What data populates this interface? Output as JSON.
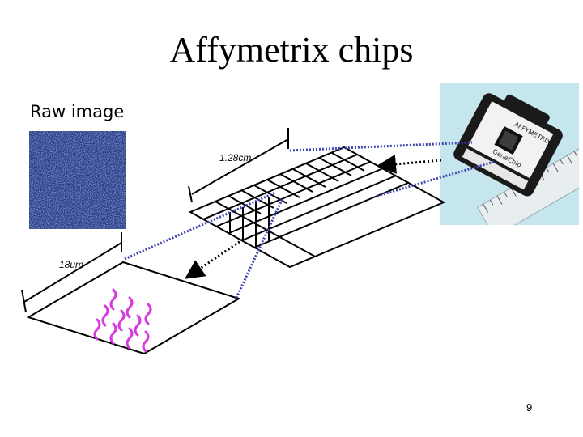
{
  "slide": {
    "title": "Affymetrix chips",
    "raw_image_label": "Raw image",
    "page_number": "9"
  },
  "diagram": {
    "chip_size_label": "1.28cm",
    "feature_size_label": "18um"
  },
  "photo": {
    "brand_text": "AFFYMETRIX",
    "lot_text": "GeneChip"
  },
  "colors": {
    "connector": "#3e45b0",
    "probes": "#d63be0",
    "raw_image": "#2d3a8c",
    "background": "#ffffff"
  }
}
